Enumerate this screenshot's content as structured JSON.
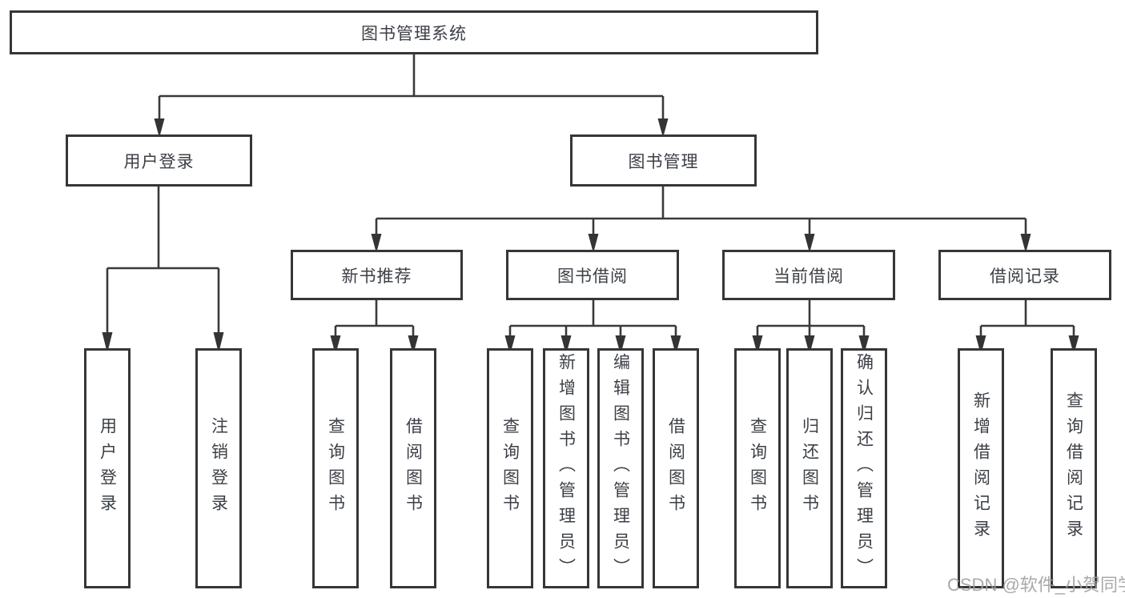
{
  "diagram": {
    "title": "图书管理系统",
    "type": "hierarchy-structure-chart",
    "colors": {
      "background": "#ffffff",
      "line": "#3a3a3a",
      "box_border": "#363636",
      "text": "#3c4046",
      "watermark": "#a0a0a0"
    },
    "watermark": "CSDN @软件_小贺同学",
    "nodes": {
      "root": {
        "label": "图书管理系统"
      },
      "user_login": {
        "label": "用户登录"
      },
      "book_mgmt": {
        "label": "图书管理"
      },
      "new_book_rec": {
        "label": "新书推荐"
      },
      "book_borrow": {
        "label": "图书借阅"
      },
      "current_borrow": {
        "label": "当前借阅"
      },
      "borrow_record": {
        "label": "借阅记录"
      },
      "leaf_login": {
        "label": "用户登录"
      },
      "leaf_logout": {
        "label": "注销登录"
      },
      "leaf_rec_query": {
        "label": "查询图书"
      },
      "leaf_rec_borrow": {
        "label": "借阅图书"
      },
      "leaf_bb_query": {
        "label": "查询图书"
      },
      "leaf_bb_add": {
        "label": "新增图书（管理员）"
      },
      "leaf_bb_edit": {
        "label": "编辑图书（管理员）"
      },
      "leaf_bb_borrow": {
        "label": "借阅图书"
      },
      "leaf_cb_query": {
        "label": "查询图书"
      },
      "leaf_cb_return": {
        "label": "归还图书"
      },
      "leaf_cb_confirm": {
        "label": "确认归还（管理员）"
      },
      "leaf_br_add": {
        "label": "新增借阅记录"
      },
      "leaf_br_query": {
        "label": "查询借阅记录"
      }
    },
    "hierarchy": {
      "图书管理系统": [
        "用户登录",
        "图书管理"
      ],
      "用户登录": [
        "用户登录",
        "注销登录"
      ],
      "图书管理": [
        "新书推荐",
        "图书借阅",
        "当前借阅",
        "借阅记录"
      ],
      "新书推荐": [
        "查询图书",
        "借阅图书"
      ],
      "图书借阅": [
        "查询图书",
        "新增图书（管理员）",
        "编辑图书（管理员）",
        "借阅图书"
      ],
      "当前借阅": [
        "查询图书",
        "归还图书",
        "确认归还（管理员）"
      ],
      "借阅记录": [
        "新增借阅记录",
        "查询借阅记录"
      ]
    }
  }
}
